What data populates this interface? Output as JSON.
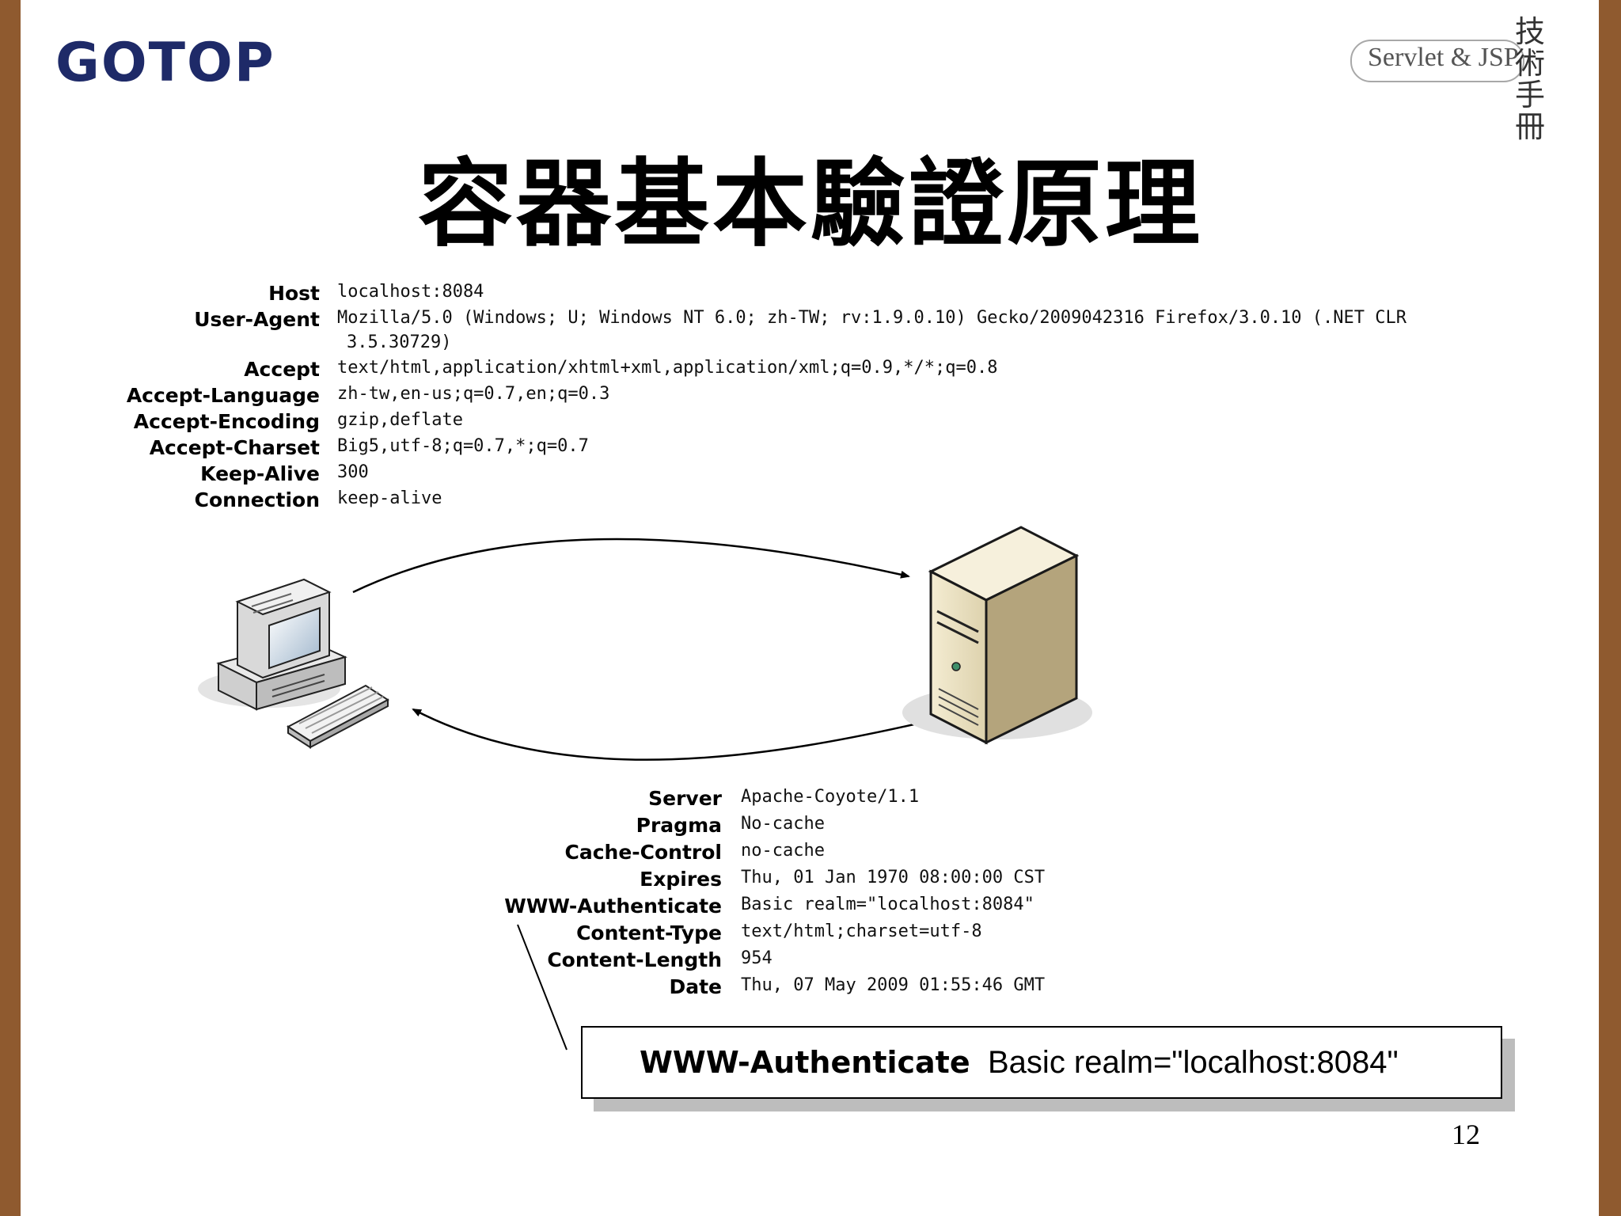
{
  "brand": {
    "logo": "GOTOP",
    "series": "Servlet & JSP",
    "series_calligraphy": "技術手冊"
  },
  "slide": {
    "title": "容器基本驗證原理",
    "page_number": "12"
  },
  "request_headers": [
    {
      "key": "Host",
      "value": "localhost:8084"
    },
    {
      "key": "User-Agent",
      "value": "Mozilla/5.0 (Windows; U; Windows NT 6.0; zh-TW; rv:1.9.0.10) Gecko/2009042316 Firefox/3.0.10 (.NET CLR",
      "value_cont": "3.5.30729)"
    },
    {
      "key": "Accept",
      "value": "text/html,application/xhtml+xml,application/xml;q=0.9,*/*;q=0.8"
    },
    {
      "key": "Accept-Language",
      "value": "zh-tw,en-us;q=0.7,en;q=0.3"
    },
    {
      "key": "Accept-Encoding",
      "value": "gzip,deflate"
    },
    {
      "key": "Accept-Charset",
      "value": "Big5,utf-8;q=0.7,*;q=0.7"
    },
    {
      "key": "Keep-Alive",
      "value": "300"
    },
    {
      "key": "Connection",
      "value": "keep-alive"
    }
  ],
  "response_headers": [
    {
      "key": "Server",
      "value": "Apache-Coyote/1.1"
    },
    {
      "key": "Pragma",
      "value": "No-cache"
    },
    {
      "key": "Cache-Control",
      "value": "no-cache"
    },
    {
      "key": "Expires",
      "value": "Thu, 01 Jan 1970 08:00:00 CST"
    },
    {
      "key": "WWW-Authenticate",
      "value": "Basic realm=\"localhost:8084\""
    },
    {
      "key": "Content-Type",
      "value": "text/html;charset=utf-8"
    },
    {
      "key": "Content-Length",
      "value": "954"
    },
    {
      "key": "Date",
      "value": "Thu, 07 May 2009 01:55:46 GMT"
    }
  ],
  "callout": {
    "key": "WWW-Authenticate",
    "value": "Basic realm=\"localhost:8084\""
  },
  "icons": {
    "client": "desktop-computer-icon",
    "server": "server-tower-icon"
  },
  "colors": {
    "frame": "#8f5a2f",
    "logo": "#1e2a68",
    "callout_shadow": "#bdbdbd"
  }
}
